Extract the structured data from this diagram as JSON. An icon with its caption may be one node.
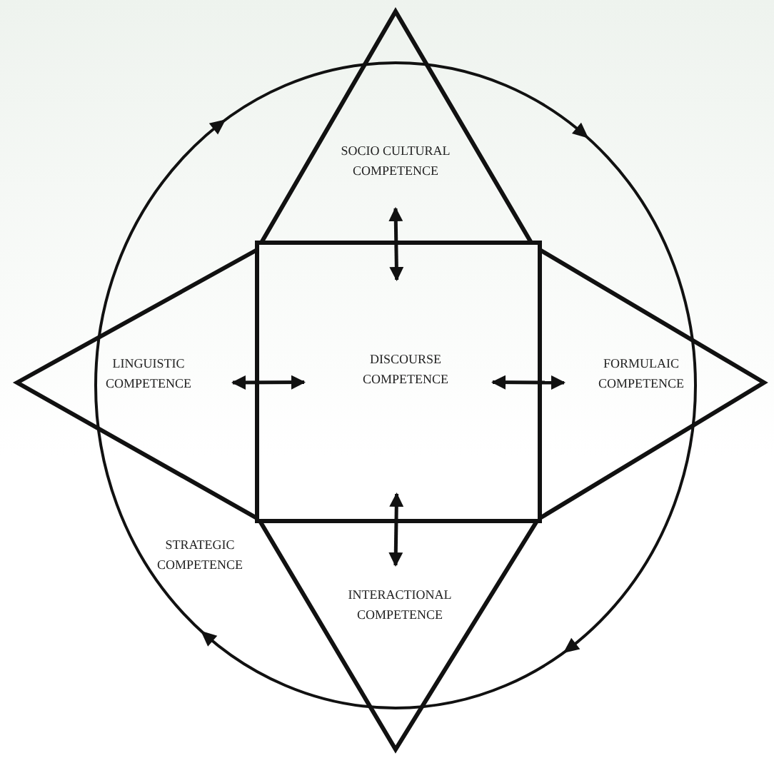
{
  "diagram": {
    "nodes": [
      {
        "text": [
          "SOCIO CULTURAL COMPETENCE"
        ]
      },
      {
        "text": [
          "LINGUISTIC COMPETENCE"
        ]
      },
      {
        "text": [
          "DISCOURSE COMPETENCE"
        ]
      },
      {
        "text": [
          "FORMULAIC COMPETENCE"
        ]
      },
      {
        "text": [
          "INTERACTIONAL COMPETENCE"
        ]
      }
    ],
    "edges": [
      {
        "from": 2,
        "to": 0,
        "arrow": "both"
      },
      {
        "from": 2,
        "to": 1,
        "arrow": "both"
      },
      {
        "from": 2,
        "to": 3,
        "arrow": "both"
      },
      {
        "from": 2,
        "to": 4,
        "arrow": "both"
      }
    ],
    "labels": [
      "STRATEGIC COMPETENCE"
    ]
  }
}
